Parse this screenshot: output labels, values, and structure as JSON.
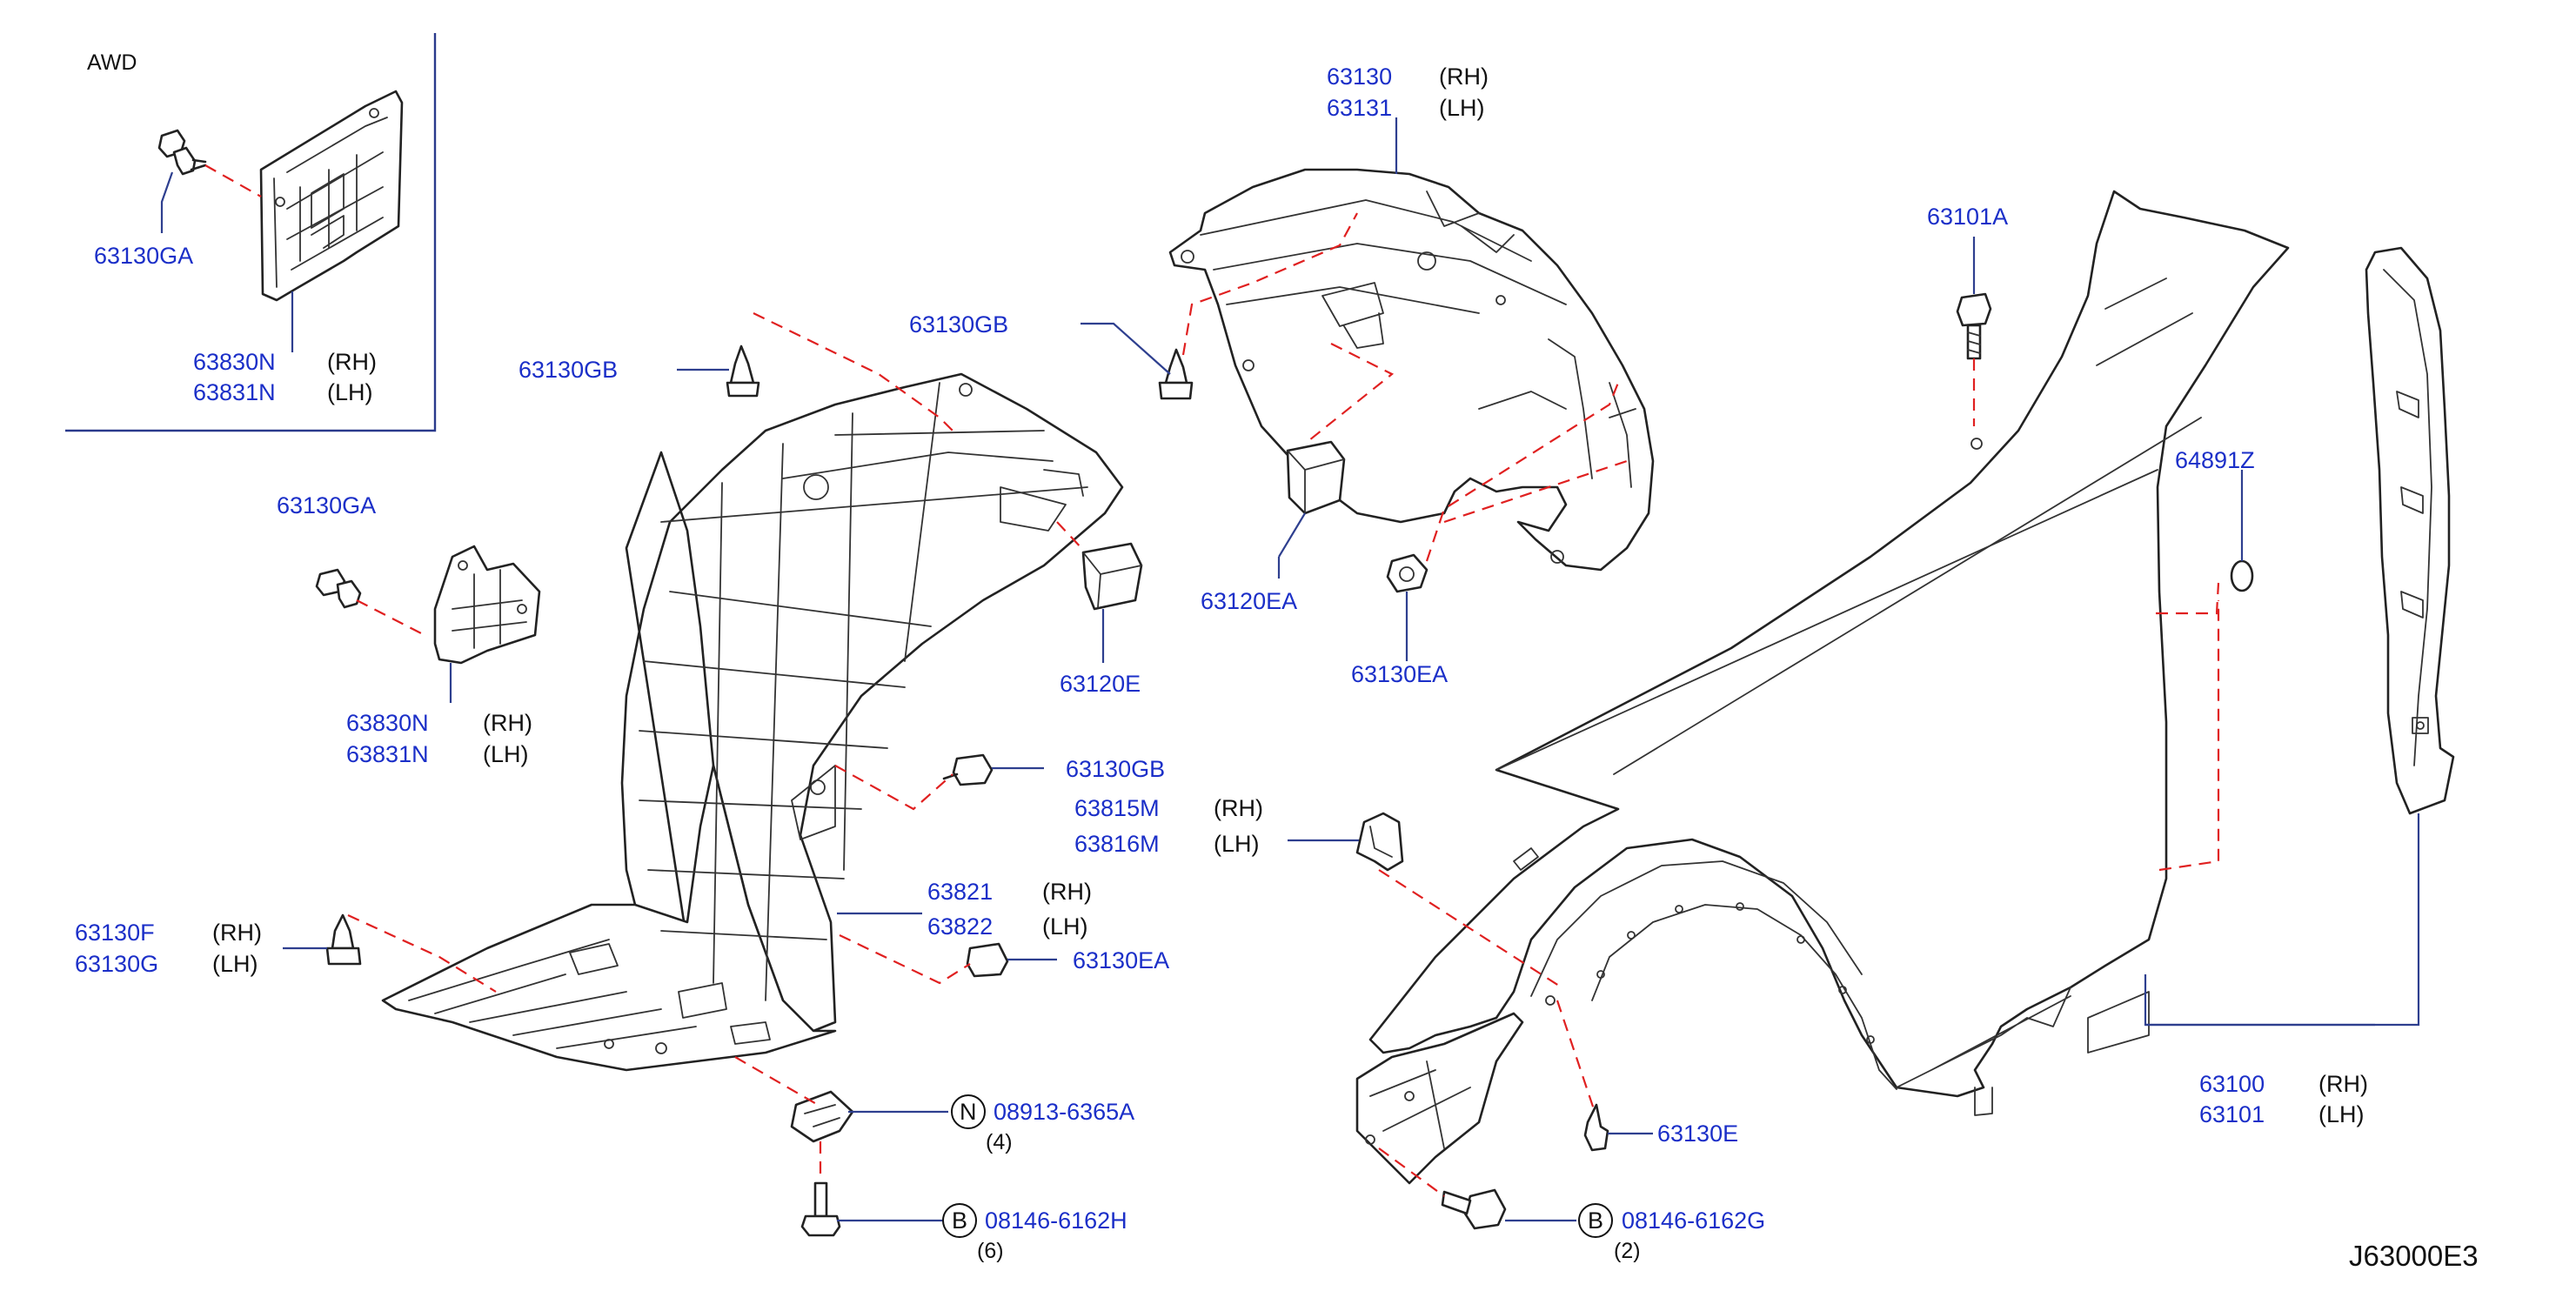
{
  "diagram": {
    "inset_label": "AWD",
    "drawing_code": "J63000E3",
    "colors": {
      "part_number": "#1b2fc8",
      "leader": "#2e3f8f",
      "dashed_guide": "#e02020",
      "outline": "#222222"
    },
    "callouts": [
      {
        "id": "c1",
        "number": "63130GA"
      },
      {
        "id": "c2",
        "number": "63830N",
        "side": "(RH)"
      },
      {
        "id": "c3",
        "number": "63831N",
        "side": "(LH)"
      },
      {
        "id": "c4",
        "number": "63130GB"
      },
      {
        "id": "c5",
        "number": "63130GA"
      },
      {
        "id": "c6",
        "number": "63830N",
        "side": "(RH)"
      },
      {
        "id": "c7",
        "number": "63831N",
        "side": "(LH)"
      },
      {
        "id": "c8",
        "number": "63130F",
        "side": "(RH)"
      },
      {
        "id": "c9",
        "number": "63130G",
        "side": "(LH)"
      },
      {
        "id": "c10",
        "number": "63120E"
      },
      {
        "id": "c11",
        "number": "63130GB"
      },
      {
        "id": "c12",
        "number": "63821",
        "side": "(RH)"
      },
      {
        "id": "c13",
        "number": "63822",
        "side": "(LH)"
      },
      {
        "id": "c14",
        "number": "63130EA"
      },
      {
        "id": "c15",
        "number": "08913-6365A",
        "badge": "N",
        "qty": "(4)"
      },
      {
        "id": "c16",
        "number": "08146-6162H",
        "badge": "B",
        "qty": "(6)"
      },
      {
        "id": "c17",
        "number": "63130",
        "side": "(RH)"
      },
      {
        "id": "c18",
        "number": "63131",
        "side": "(LH)"
      },
      {
        "id": "c19",
        "number": "63130GB"
      },
      {
        "id": "c20",
        "number": "63120EA"
      },
      {
        "id": "c21",
        "number": "63130EA"
      },
      {
        "id": "c22",
        "number": "63815M",
        "side": "(RH)"
      },
      {
        "id": "c23",
        "number": "63816M",
        "side": "(LH)"
      },
      {
        "id": "c24",
        "number": "63130E"
      },
      {
        "id": "c25",
        "number": "08146-6162G",
        "badge": "B",
        "qty": "(2)"
      },
      {
        "id": "c26",
        "number": "63101A"
      },
      {
        "id": "c27",
        "number": "64891Z"
      },
      {
        "id": "c28",
        "number": "63100",
        "side": "(RH)"
      },
      {
        "id": "c29",
        "number": "63101",
        "side": "(LH)"
      }
    ]
  }
}
